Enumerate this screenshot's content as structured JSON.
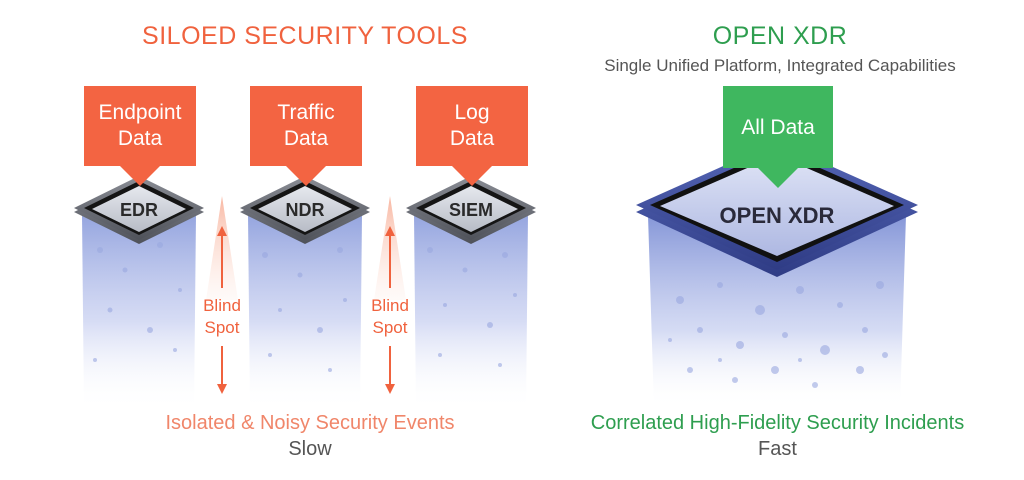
{
  "left": {
    "title": "SILOED SECURITY TOOLS",
    "sources": [
      {
        "line1": "Endpoint",
        "line2": "Data",
        "tool": "EDR"
      },
      {
        "line1": "Traffic",
        "line2": "Data",
        "tool": "NDR"
      },
      {
        "line1": "Log",
        "line2": "Data",
        "tool": "SIEM"
      }
    ],
    "blind_spot": {
      "line1": "Blind",
      "line2": "Spot"
    },
    "caption": "Isolated & Noisy Security Events",
    "speed": "Slow"
  },
  "right": {
    "title": "OPEN XDR",
    "subtitle": "Single Unified Platform, Integrated Capabilities",
    "source": "All Data",
    "platform": "OPEN XDR",
    "caption": "Correlated High-Fidelity Security Incidents",
    "speed": "Fast"
  },
  "colors": {
    "orange": "#f36442",
    "green": "#3fb75f",
    "navy": "#3e4d9c",
    "frame": "#6b6e76"
  }
}
